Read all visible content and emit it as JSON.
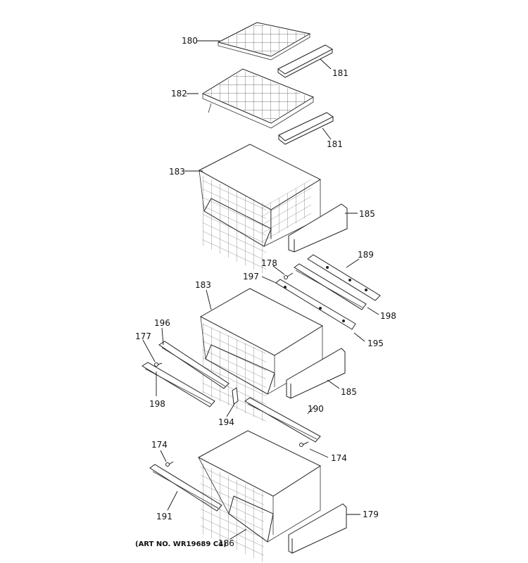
{
  "art_number": "(ART NO. WR19689 C4)",
  "labels": {
    "180": "180",
    "181a": "181",
    "182": "182",
    "181b": "181",
    "183a": "183",
    "185a": "185",
    "189": "189",
    "178": "178",
    "197": "197",
    "198a": "198",
    "183b": "183",
    "195": "195",
    "196": "196",
    "177": "177",
    "185b": "185",
    "198b": "198",
    "190": "190",
    "194": "194",
    "174a": "174",
    "174b": "174",
    "179": "179",
    "191": "191",
    "186": "186"
  }
}
